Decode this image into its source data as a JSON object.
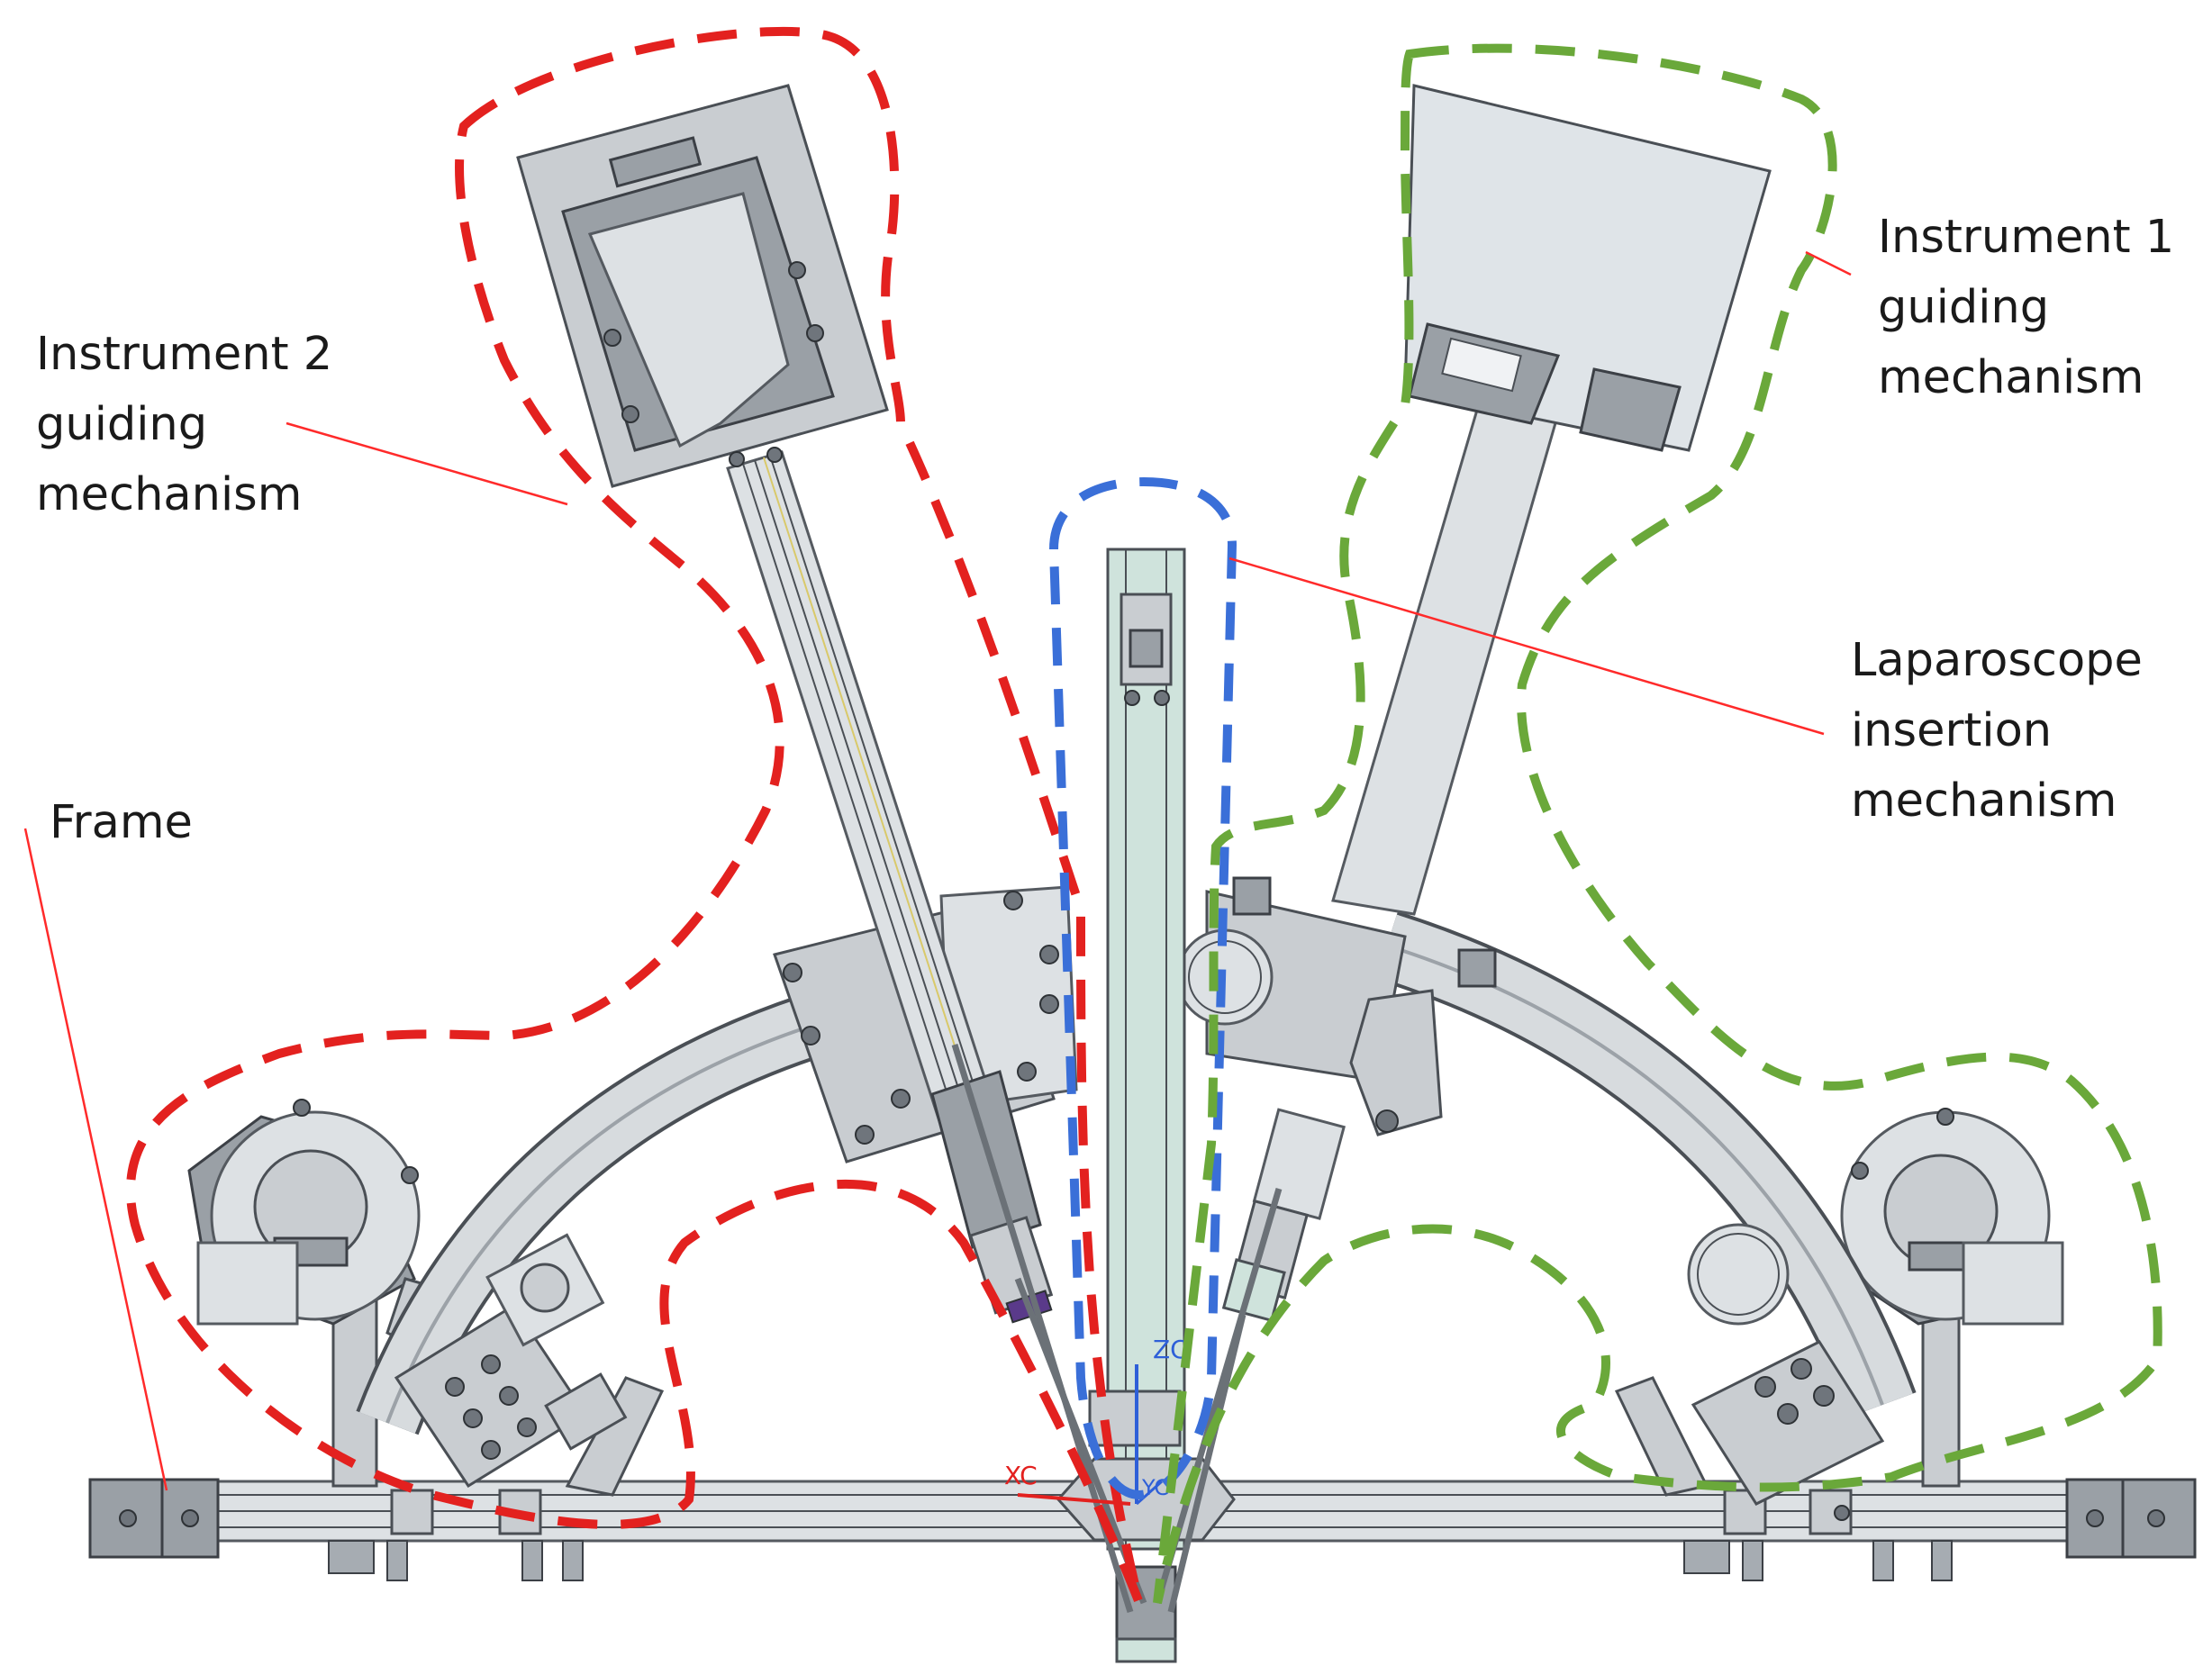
{
  "labels": {
    "instrument2": [
      "Instrument 2",
      "guiding",
      "mechanism"
    ],
    "instrument1": [
      "Instrument 1",
      "guiding",
      "mechanism"
    ],
    "laparoscope": [
      "Laparoscope",
      "insertion",
      "mechanism"
    ],
    "frame": [
      "Frame"
    ]
  },
  "cad_axes": {
    "x": "XC",
    "z": "ZC",
    "y": "YC"
  },
  "colors": {
    "instrument2_outline": "#e3211f",
    "instrument1_outline": "#6aa83a",
    "laparoscope_outline": "#3a6fd8",
    "leader_line": "#ff2a2a"
  }
}
